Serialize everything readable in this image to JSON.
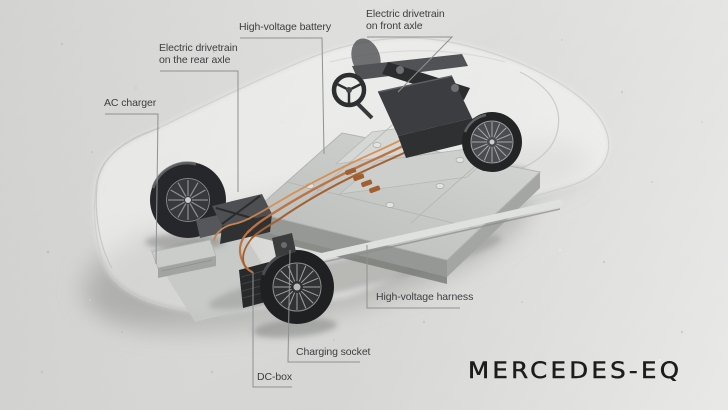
{
  "scene": {
    "description": "Cutaway studio illustration of a Mercedes-EQ electric skateboard platform (battery, motors, wheels, orange HV cabling) on a light concrete floor"
  },
  "labels": {
    "ac_charger": "AC charger",
    "rear_drivetrain": "Electric drivetrain\non the rear axle",
    "hv_battery": "High-voltage battery",
    "front_drivetrain": "Electric drivetrain\non front axle",
    "hv_harness": "High-voltage harness",
    "charging_socket": "Charging socket",
    "dc_box": "DC-box"
  },
  "brand": {
    "logo_text": "MERCEDES-EQ"
  },
  "colors": {
    "label_text": "#3c3e40",
    "leader_line": "#8f9193",
    "cable_orange": "#bd7342",
    "logo": "#1c1c1a",
    "floor": "#dadad8",
    "battery_top": "#c7c9c6",
    "machinery_dark": "#35373a"
  }
}
